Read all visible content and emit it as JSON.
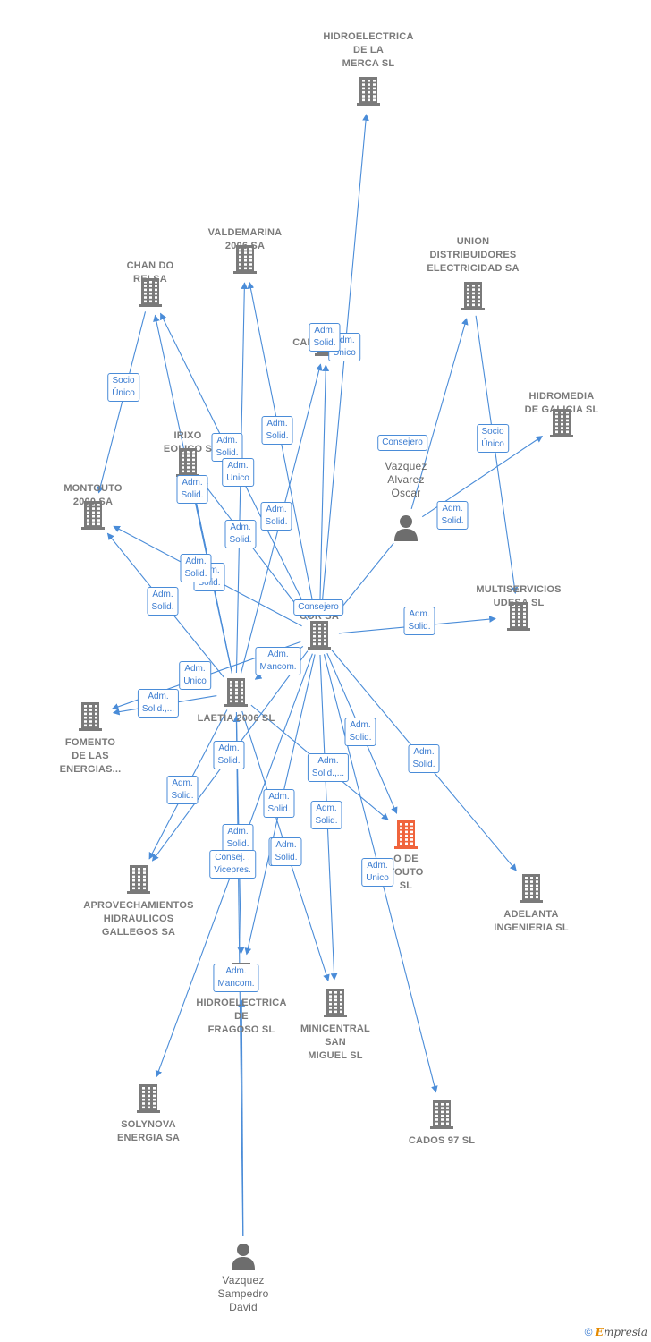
{
  "colors": {
    "edge": "#4a8cd8",
    "building": "#7a7a7a",
    "highlight_building": "#f0643c",
    "person": "#6d6d6d"
  },
  "nodes": [
    {
      "id": "hidroelectrica-merca",
      "label": "HIDROELECTRICA\nDE LA\nMERCA SL",
      "kind": "company"
    },
    {
      "id": "valdemarina",
      "label": "VALDEMARINA\n2006 SA",
      "kind": "company"
    },
    {
      "id": "chan-do-rei",
      "label": "CHAN DO\nREI SA",
      "kind": "company"
    },
    {
      "id": "union-distribuidores",
      "label": "UNION\nDISTRIBUIDORES\nELECTRICIDAD SA",
      "kind": "company"
    },
    {
      "id": "cados-99",
      "label": "CADOS 99 SA",
      "kind": "company"
    },
    {
      "id": "hidromedia",
      "label": "HIDROMEDIA\nDE GALICIA SL",
      "kind": "company"
    },
    {
      "id": "irixo",
      "label": "IRIXO\nEOLICO S",
      "kind": "company"
    },
    {
      "id": "montouto-2000",
      "label": "MONTOUTO\n2000 SA",
      "kind": "company"
    },
    {
      "id": "vazquez-alvarez",
      "label": "Vazquez\nAlvarez\nOscar",
      "kind": "person"
    },
    {
      "id": "multiservicios",
      "label": "MULTISERVICIOS\nUDESA SL",
      "kind": "company"
    },
    {
      "id": "corp",
      "label": "A\nCOR            SA",
      "kind": "company"
    },
    {
      "id": "laetia",
      "label": "LAETIA 2006 SL",
      "kind": "company"
    },
    {
      "id": "fomento",
      "label": "FOMENTO\nDE LAS\nENERGIAS...",
      "kind": "company"
    },
    {
      "id": "montouto-focus",
      "label": "  O DE\n TOUTO\nSL",
      "kind": "highlight"
    },
    {
      "id": "adelanta",
      "label": "ADELANTA\nINGENIERIA SL",
      "kind": "company"
    },
    {
      "id": "aprovechamientos",
      "label": "APROVECHAMIENTOS\nHIDRAULICOS\nGALLEGOS SA",
      "kind": "company"
    },
    {
      "id": "hidroelectrica-fragoso",
      "label": "HIDROELECTRICA\nDE\nFRAGOSO SL",
      "kind": "company"
    },
    {
      "id": "minicentral",
      "label": "MINICENTRAL\nSAN\nMIGUEL SL",
      "kind": "company"
    },
    {
      "id": "solynova",
      "label": "SOLYNOVA\nENERGIA SA",
      "kind": "company"
    },
    {
      "id": "cados-97",
      "label": "CADOS 97 SL",
      "kind": "company"
    },
    {
      "id": "vazquez-sampedro",
      "label": "Vazquez\nSampedro\nDavid",
      "kind": "person"
    }
  ],
  "edges": [
    {
      "from": "corp",
      "to": "hidroelectrica-merca",
      "label": "Adm.\nUnico"
    },
    {
      "from": "corp",
      "to": "valdemarina",
      "label": "Adm.\nSolid."
    },
    {
      "from": "laetia",
      "to": "valdemarina",
      "label": "Adm.\nSolid."
    },
    {
      "from": "corp",
      "to": "chan-do-rei",
      "label": "Adm.\nSolid."
    },
    {
      "from": "laetia",
      "to": "chan-do-rei",
      "label": "Adm.\nSolid."
    },
    {
      "from": "chan-do-rei",
      "to": "montouto-2000",
      "label": "Socio\nÚnico"
    },
    {
      "from": "vazquez-alvarez",
      "to": "union-distribuidores",
      "label": "Consejero"
    },
    {
      "from": "union-distribuidores",
      "to": "multiservicios",
      "label": "Socio\nÚnico"
    },
    {
      "from": "corp",
      "to": "cados-99",
      "label": "Adm.\nSolid."
    },
    {
      "from": "laetia",
      "to": "cados-99",
      "label": "Adm.\nSolid."
    },
    {
      "from": "vazquez-alvarez",
      "to": "hidromedia",
      "label": "Adm.\nUnico"
    },
    {
      "from": "corp",
      "to": "irixo",
      "label": "Adm.\nSolid."
    },
    {
      "from": "laetia",
      "to": "irixo",
      "label": "Adm.\nSolid."
    },
    {
      "from": "laetia",
      "to": "irixo",
      "label": "Adm.\nSolid."
    },
    {
      "from": "laetia",
      "to": "montouto-2000",
      "label": "Adm.\nSolid."
    },
    {
      "from": "corp",
      "to": "montouto-2000",
      "label": "Adm.\nSolid."
    },
    {
      "from": "corp",
      "to": "multiservicios",
      "label": "Consejero"
    },
    {
      "from": "vazquez-alvarez",
      "to": "corp",
      "label": "Adm.\nMancom."
    },
    {
      "from": "corp",
      "to": "laetia",
      "label": "Adm.\nUnico"
    },
    {
      "from": "laetia",
      "to": "fomento",
      "label": "Adm.\nSolid.,..."
    },
    {
      "from": "corp",
      "to": "fomento",
      "label": "Adm.\nSolid."
    },
    {
      "from": "corp",
      "to": "montouto-focus",
      "label": "Adm.\nSolid.,..."
    },
    {
      "from": "laetia",
      "to": "montouto-focus",
      "label": "Adm.\nSolid."
    },
    {
      "from": "corp",
      "to": "adelanta",
      "label": "Adm.\nSolid."
    },
    {
      "from": "laetia",
      "to": "aprovechamientos",
      "label": "Adm.\nSolid."
    },
    {
      "from": "corp",
      "to": "aprovechamientos",
      "label": "Adm.\nSolid."
    },
    {
      "from": "laetia",
      "to": "hidroelectrica-fragoso",
      "label": "Adm.\nSolid."
    },
    {
      "from": "corp",
      "to": "hidroelectrica-fragoso",
      "label": "Adm.\nSolid."
    },
    {
      "from": "vazquez-sampedro",
      "to": "hidroelectrica-fragoso",
      "label": "Adm.\nMancom."
    },
    {
      "from": "corp",
      "to": "minicentral",
      "label": "Adm.\nSolid."
    },
    {
      "from": "laetia",
      "to": "minicentral",
      "label": "Adm.\nSolid."
    },
    {
      "from": "corp",
      "to": "solynova",
      "label": "Consej. ,\nVicepres."
    },
    {
      "from": "corp",
      "to": "cados-97",
      "label": "Adm.\nUnico"
    },
    {
      "from": "vazquez-sampedro",
      "to": "laetia",
      "label": "Adm.\nSolid."
    }
  ],
  "footer": {
    "symbol": "©",
    "brand_initial": "E",
    "brand_rest": "mpresia"
  }
}
